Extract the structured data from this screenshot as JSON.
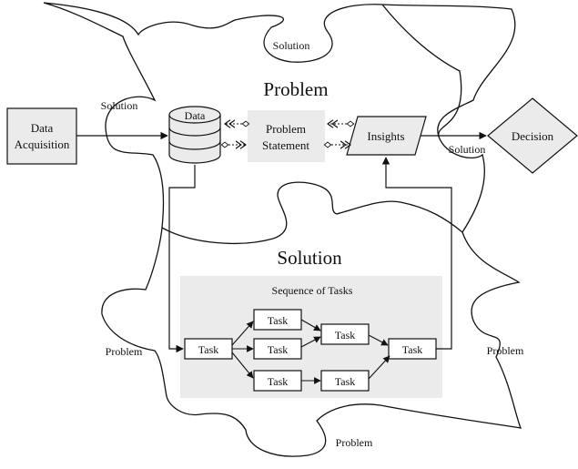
{
  "labels": {
    "problem_title": "Problem",
    "solution_title": "Solution",
    "top_solution": "Solution",
    "left_solution": "Solution",
    "right_solution": "Solution",
    "left_problem": "Problem",
    "right_problem": "Problem",
    "bottom_problem": "Problem"
  },
  "nodes": {
    "data_acquisition": [
      "Data",
      "Acquisition"
    ],
    "data": "Data",
    "problem_statement": [
      "Problem",
      "Statement"
    ],
    "insights": "Insights",
    "decision": "Decision"
  },
  "tasks": {
    "panel_title": "Sequence of Tasks",
    "task_label": "Task"
  },
  "colors": {
    "stroke": "#111111",
    "shaded_fill": "#ebebeb",
    "white": "#ffffff"
  }
}
